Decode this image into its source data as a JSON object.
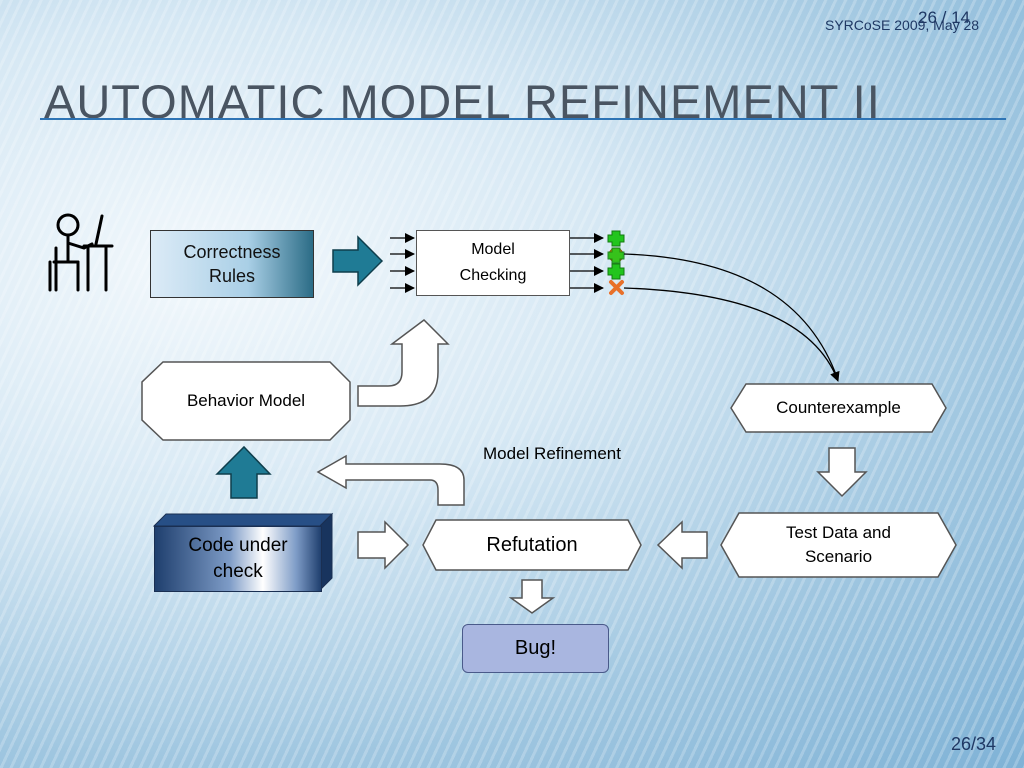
{
  "header": {
    "page_count": "26 / 14",
    "conference": "SYRCoSE 2009, May 28"
  },
  "title": "AUTOMATIC MODEL REFINEMENT II",
  "diagram": {
    "correctness_rules": "Correctness\nRules",
    "model_checking": "Model\nChecking",
    "behavior_model": "Behavior Model",
    "counterexample": "Counterexample",
    "model_refinement": "Model Refinement",
    "code_under_check": "Code under\ncheck",
    "refutation": "Refutation",
    "test_data": "Test Data and\nScenario",
    "bug": "Bug!"
  },
  "footer": {
    "slide_number": "26/34"
  },
  "colors": {
    "accent_blue": "#2e74b5",
    "teal_arrow": "#1f7b95",
    "plus_green": "#22c51e",
    "cross_orange": "#e8702a",
    "bug_box": "#a9b6e0"
  },
  "icons": [
    "person-at-desk-icon",
    "plus-icon",
    "cross-icon"
  ]
}
